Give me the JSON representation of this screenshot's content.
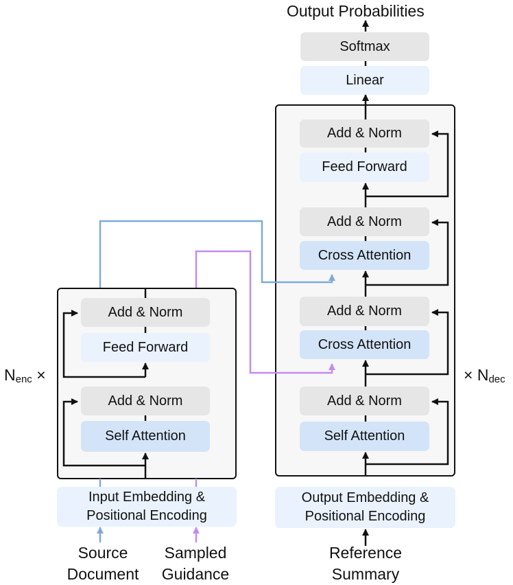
{
  "output": {
    "title": "Output Probabilities",
    "softmax": "Softmax",
    "linear": "Linear"
  },
  "encoder": {
    "multiplier_main": "N",
    "multiplier_sub": "enc",
    "multiplier_symbol": "×",
    "blocks": {
      "add_norm_top": "Add & Norm",
      "feed_forward": "Feed Forward",
      "add_norm_bottom": "Add & Norm",
      "self_attention": "Self Attention"
    },
    "embedding_line1": "Input Embedding &",
    "embedding_line2": "Positional Encoding"
  },
  "decoder": {
    "multiplier_symbol": "×",
    "multiplier_main": "N",
    "multiplier_sub": "dec",
    "blocks": {
      "add_norm_1": "Add & Norm",
      "feed_forward": "Feed Forward",
      "add_norm_2": "Add & Norm",
      "cross_attention_1": "Cross Attention",
      "add_norm_3": "Add & Norm",
      "cross_attention_2": "Cross Attention",
      "add_norm_4": "Add & Norm",
      "self_attention": "Self Attention"
    },
    "embedding_line1": "Output Embedding &",
    "embedding_line2": "Positional Encoding"
  },
  "inputs": {
    "source_line1": "Source",
    "source_line2": "Document",
    "guidance_line1": "Sampled",
    "guidance_line2": "Guidance",
    "reference_line1": "Reference",
    "reference_line2": "Summary"
  },
  "colors": {
    "source_path": "#7fa9db",
    "guidance_path": "#c58af0",
    "frame": "#111111"
  }
}
